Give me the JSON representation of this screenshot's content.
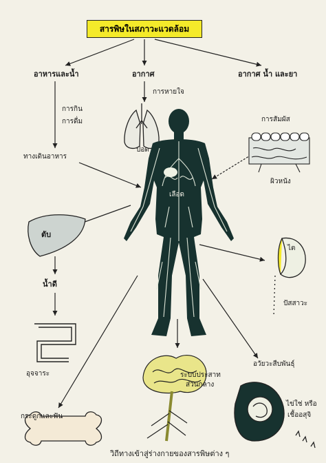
{
  "title": "สารพิษในสภาวะแวดล้อม",
  "sources": {
    "food_water": "อาหารและน้ำ",
    "air": "อากาศ",
    "air_water_drugs": "อากาศ น้ำ และยา"
  },
  "routes": {
    "eating": "การกิน",
    "drinking": "การดื่ม",
    "digestive_tract": "ทางเดินอาหาร",
    "breathing": "การหายใจ",
    "contact": "การสัมผัส"
  },
  "organs": {
    "lungs": "ปอด",
    "skin": "ผิวหนัง",
    "blood": "เลือด",
    "liver": "ตับ",
    "bile": "น้ำดี",
    "feces": "อุจจาระ",
    "kidney": "ไต",
    "urine": "ปัสสาวะ",
    "nervous_system_l1": "ระบบประสาท",
    "nervous_system_l2": "ส่วนกลาง",
    "reproductive": "อวัยวะสืบพันธุ์",
    "bone_teeth": "กระดูกและฟัน",
    "eggs_sperm_l1": "ไข่ใช่ หรือ",
    "eggs_sperm_l2": "เชื้ออสุจิ"
  },
  "caption": "วิถีทางเข้าสู่ร่างกายของสารพิษต่าง ๆ",
  "colors": {
    "background": "#f3f1e7",
    "title_box": "#f4ea2a",
    "organ_fill": "#cdd4d0",
    "body_fill": "#17322f",
    "nerve_fill": "#e9e58a"
  }
}
